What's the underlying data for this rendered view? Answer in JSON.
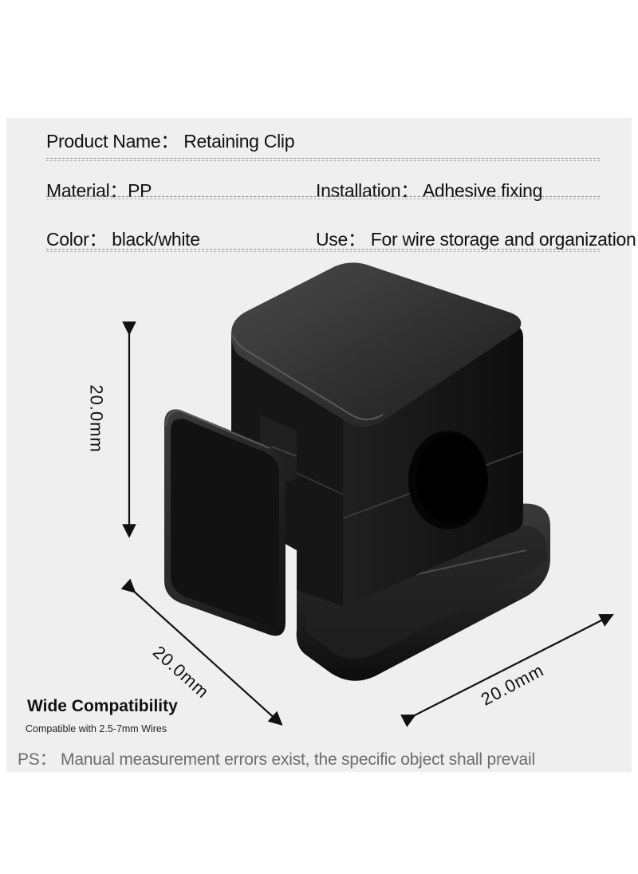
{
  "specs": {
    "product_name": "Product Name： Retaining  Clip",
    "material": "Material：PP",
    "installation": "Installation： Adhesive fixing",
    "color": "Color： black/white",
    "use": "Use： For wire storage and organization"
  },
  "dimensions": {
    "height": "20.0mm",
    "depth": "20.0mm",
    "width": "20.0mm"
  },
  "compatibility": {
    "title": "Wide Compatibility",
    "subtitle": "Compatible with 2.5-7mm Wires"
  },
  "note": "PS： Manual measurement errors exist, the specific object shall prevail",
  "colors": {
    "background": "#ffffff",
    "panel": "#efefef",
    "product": "#1a1a1a"
  }
}
